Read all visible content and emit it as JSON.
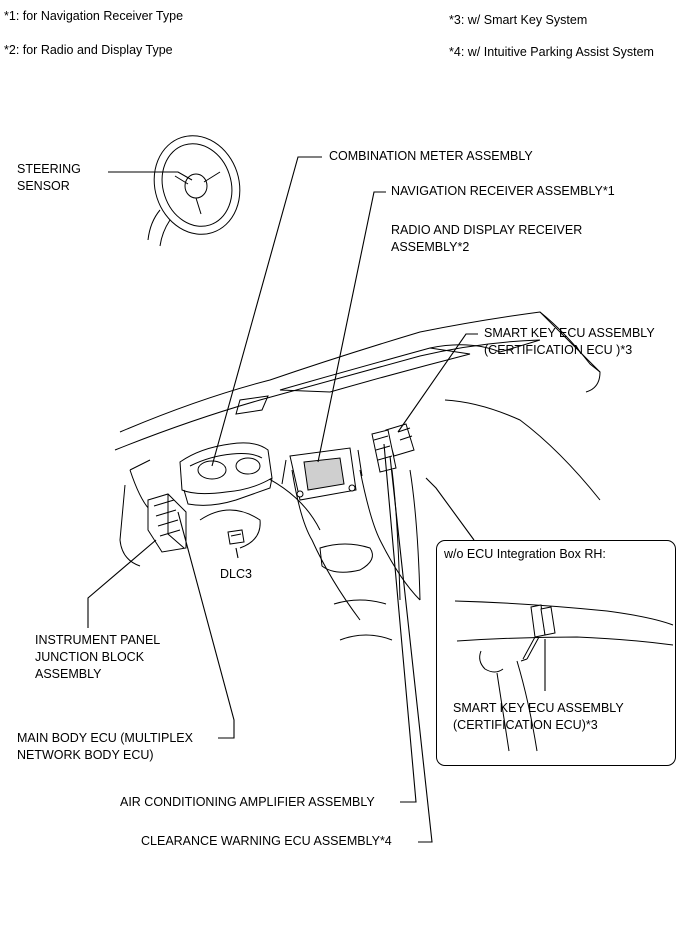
{
  "notes": {
    "n1": "*1: for Navigation Receiver Type",
    "n2": "*2: for Radio and Display Type",
    "n3": "*3: w/ Smart Key System",
    "n4": "*4: w/ Intuitive Parking Assist System"
  },
  "labels": {
    "steering_sensor_1": "STEERING",
    "steering_sensor_2": "SENSOR",
    "combination_meter": "COMBINATION METER ASSEMBLY",
    "navigation_receiver": "NAVIGATION RECEIVER ASSEMBLY*1",
    "radio_display_1": "RADIO AND DISPLAY RECEIVER",
    "radio_display_2": "ASSEMBLY*2",
    "smart_key_1": "SMART KEY ECU ASSEMBLY",
    "smart_key_2": "(CERTIFICATION ECU )*3",
    "dlc3": "DLC3",
    "junction_block_1": "INSTRUMENT PANEL",
    "junction_block_2": "JUNCTION BLOCK",
    "junction_block_3": "ASSEMBLY",
    "main_body_ecu_1": "MAIN BODY ECU (MULTIPLEX",
    "main_body_ecu_2": "NETWORK BODY ECU)",
    "air_conditioning": "AIR CONDITIONING AMPLIFIER ASSEMBLY",
    "clearance_warning": "CLEARANCE WARNING ECU ASSEMBLY*4"
  },
  "inset": {
    "title": "w/o ECU Integration Box RH:",
    "label_1": "SMART KEY ECU ASSEMBLY",
    "label_2": "(CERTIFICATION ECU)*3"
  }
}
